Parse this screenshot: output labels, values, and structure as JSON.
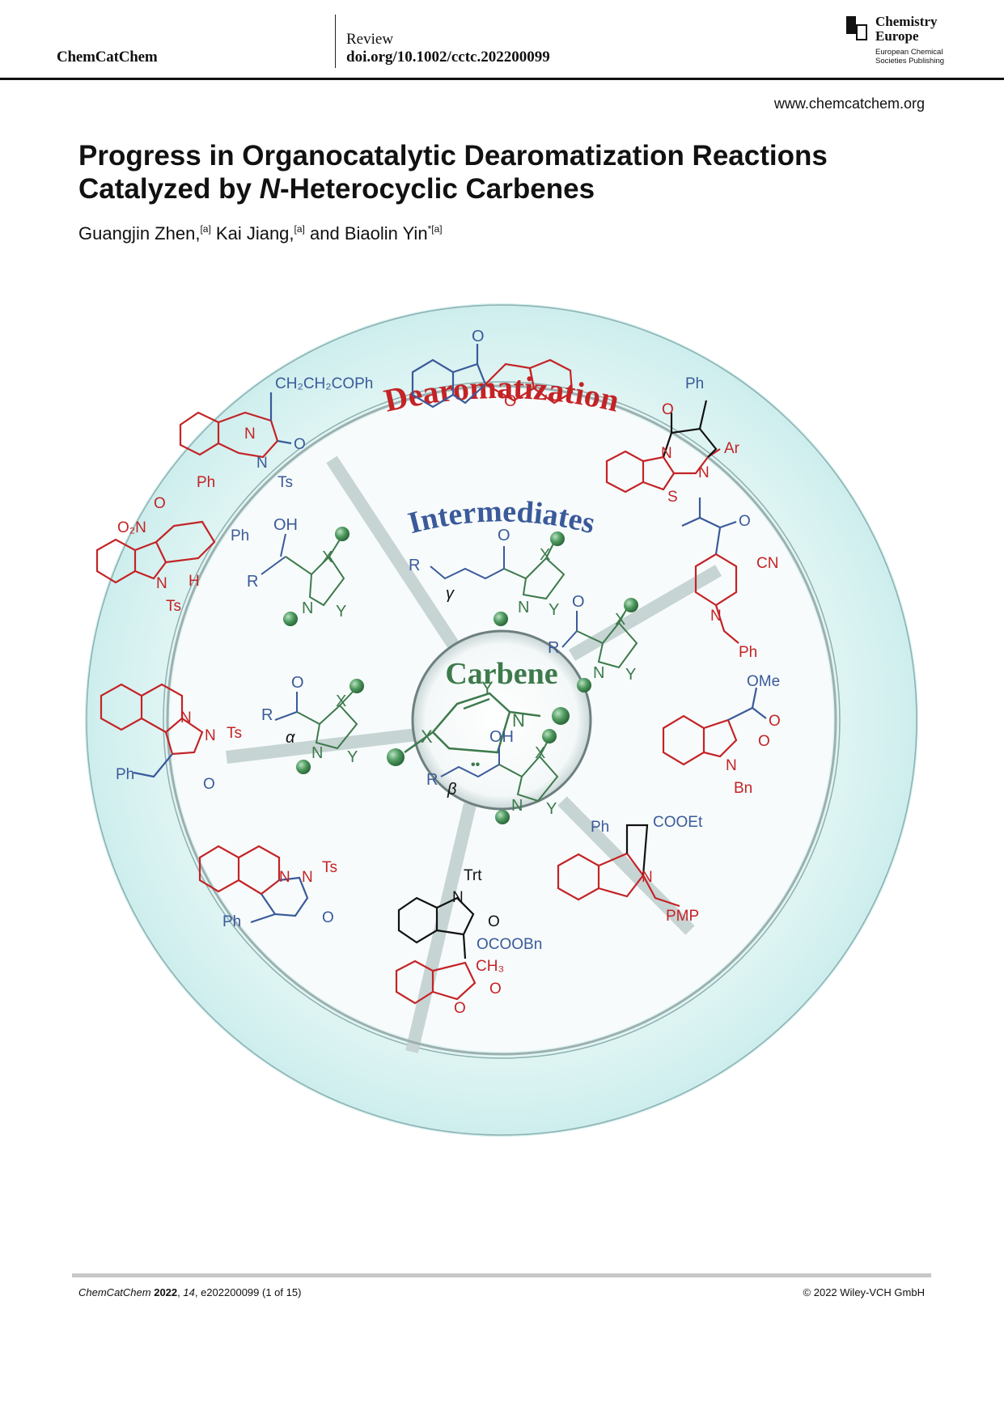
{
  "header": {
    "journal": "ChemCatChem",
    "article_type": "Review",
    "doi": "doi.org/10.1002/cctc.202200099",
    "publisher_logo": {
      "line1": "Chemistry",
      "line2": "Europe",
      "line3": "European Chemical",
      "line4": "Societies Publishing"
    },
    "website": "www.chemcatchem.org"
  },
  "article": {
    "title_part1": "Progress in Organocatalytic Dearomatization Reactions",
    "title_line2_prefix": "Catalyzed by ",
    "title_italic": "N",
    "title_line2_suffix": "-Heterocyclic Carbenes",
    "authors": [
      {
        "name": "Guangjin Zhen,",
        "aff": "[a]"
      },
      {
        "name": "Kai Jiang,",
        "aff": "[a]"
      },
      {
        "name": "and Biaolin Yin",
        "aff": "*[a]"
      }
    ]
  },
  "figure": {
    "ring_outer_title": "Dearomatization",
    "ring_inner_title": "Intermediates",
    "center_title": "Carbene",
    "colors": {
      "red": "#c42326",
      "blue": "#3a5a9a",
      "green": "#3d7a4c",
      "ring": "#d8f2f1"
    },
    "outer_labels": {
      "a": "CH₂CH₂COPh",
      "b": "N",
      "c": "O",
      "d": "Ph",
      "e": "N",
      "f": "Ts",
      "g": "O",
      "h": "O",
      "i": "Ph",
      "j": "O",
      "k": "N",
      "l": "N",
      "m": "Ar",
      "n": "S",
      "o": "O",
      "p": "O₂N",
      "q": "Ph",
      "r": "N",
      "s": "H",
      "t": "Ts",
      "u": "O",
      "v": "CN",
      "w": "N",
      "x": "Ph",
      "y": "N",
      "z": "N",
      "aa": "Ts",
      "ab": "Ph",
      "ac": "O",
      "ad": "OMe",
      "ae": "O",
      "af": "O",
      "ag": "N",
      "ah": "Bn",
      "ai": "N",
      "aj": "N",
      "ak": "Ts",
      "al": "Ph",
      "am": "O",
      "an": "Ph",
      "ao": "COOEt",
      "ap": "N",
      "aq": "PMP",
      "ar": "Trt",
      "as": "N",
      "at": "O",
      "au": "OCOOBn",
      "av": "CH₃",
      "aw": "O",
      "ax": "O"
    },
    "intermediate_labels": {
      "a1": "R",
      "a2": "γ",
      "a3": "O",
      "a4": "X",
      "a5": "N",
      "a6": "Y",
      "b1": "OH",
      "b2": "R",
      "b3": "X",
      "b4": "N",
      "b5": "Y",
      "c1": "O",
      "c2": "R",
      "c3": "X",
      "c4": "N",
      "c5": "Y",
      "d1": "O",
      "d2": "R",
      "d3": "α",
      "d4": "X",
      "d5": "N",
      "d6": "Y",
      "e1": "OH",
      "e2": "R",
      "e3": "β",
      "e4": "X",
      "e5": "N",
      "e6": "Y"
    },
    "carbene_labels": {
      "y": "Y",
      "n": "N",
      "x": "X",
      "dots": "••"
    }
  },
  "footer": {
    "journal": "ChemCatChem",
    "year": "2022",
    "volume": "14",
    "article_id": "e202200099 (1 of 15)",
    "copyright": "© 2022 Wiley-VCH GmbH"
  }
}
